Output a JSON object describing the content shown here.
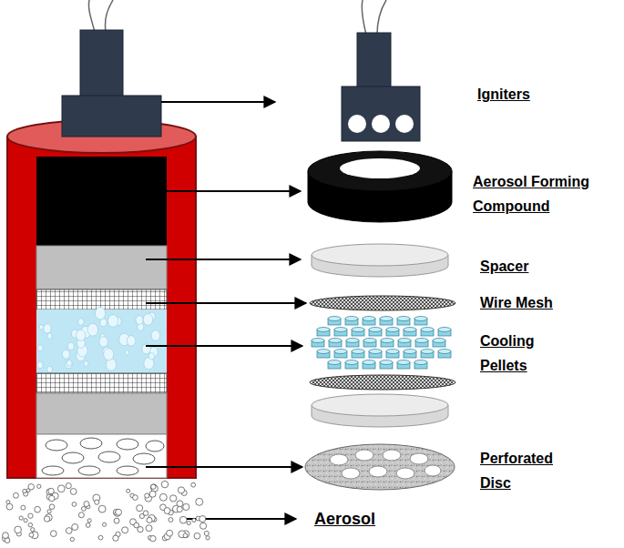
{
  "diagram": {
    "labels": [
      "Igniters",
      "Aerosol Forming Compound",
      "Spacer",
      "Wire Mesh",
      "Cooling Pellets",
      "Perforated Disc",
      "Aerosol"
    ]
  }
}
